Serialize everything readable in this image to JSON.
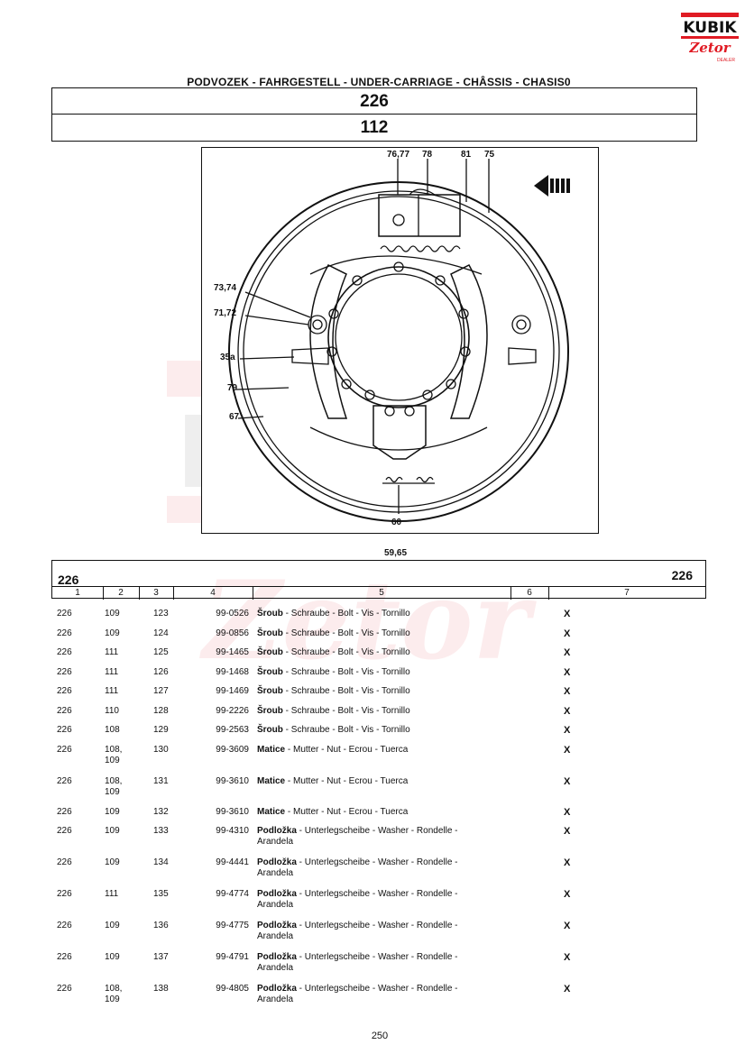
{
  "brand": {
    "name": "KUBIK",
    "sub": "Zetor",
    "tag": "DEALER"
  },
  "heading": "PODVOZEK - FAHRGESTELL - UNDER-CARRIAGE - CHÂSSIS - CHASIS0",
  "group": {
    "number": "226",
    "sub": "112"
  },
  "drawing": {
    "top_labels": [
      "76,77",
      "78",
      "81",
      "75"
    ],
    "left_labels": [
      "73,74",
      "71,72",
      "35a",
      "79",
      "67"
    ],
    "bottom_inside": "60",
    "bottom_outside": "59,65"
  },
  "table": {
    "code_left": "226",
    "code_right": "226",
    "columns": [
      "1",
      "2",
      "3",
      "4",
      "5",
      "6",
      "7"
    ],
    "rows": [
      {
        "c1": "226",
        "c2": "109",
        "c3": "123",
        "c4": "99-0526",
        "bold": "Šroub",
        "desc": " - Schraube - Bolt - Vis - Tornillo",
        "c7": "X"
      },
      {
        "c1": "226",
        "c2": "109",
        "c3": "124",
        "c4": "99-0856",
        "bold": "Šroub",
        "desc": " - Schraube - Bolt - Vis - Tornillo",
        "c7": "X"
      },
      {
        "c1": "226",
        "c2": "111",
        "c3": "125",
        "c4": "99-1465",
        "bold": "Šroub",
        "desc": " - Schraube - Bolt - Vis - Tornillo",
        "c7": "X"
      },
      {
        "c1": "226",
        "c2": "111",
        "c3": "126",
        "c4": "99-1468",
        "bold": "Šroub",
        "desc": " - Schraube - Bolt - Vis - Tornillo",
        "c7": "X"
      },
      {
        "c1": "226",
        "c2": "111",
        "c3": "127",
        "c4": "99-1469",
        "bold": "Šroub",
        "desc": " - Schraube - Bolt - Vis - Tornillo",
        "c7": "X"
      },
      {
        "c1": "226",
        "c2": "110",
        "c3": "128",
        "c4": "99-2226",
        "bold": "Šroub",
        "desc": " - Schraube - Bolt - Vis - Tornillo",
        "c7": "X"
      },
      {
        "c1": "226",
        "c2": "108",
        "c3": "129",
        "c4": "99-2563",
        "bold": "Šroub",
        "desc": " - Schraube - Bolt - Vis - Tornillo",
        "c7": "X"
      },
      {
        "c1": "226",
        "c2": "108,\n109",
        "c3": "130",
        "c4": "99-3609",
        "bold": "Matice",
        "desc": " - Mutter - Nut - Ecrou - Tuerca",
        "c7": "X"
      },
      {
        "c1": "226",
        "c2": "108,\n109",
        "c3": "131",
        "c4": "99-3610",
        "bold": "Matice",
        "desc": " - Mutter - Nut - Ecrou - Tuerca",
        "c7": "X"
      },
      {
        "c1": "226",
        "c2": "109",
        "c3": "132",
        "c4": "99-3610",
        "bold": "Matice",
        "desc": " - Mutter - Nut - Ecrou - Tuerca",
        "c7": "X"
      },
      {
        "c1": "226",
        "c2": "109",
        "c3": "133",
        "c4": "99-4310",
        "bold": "Podložka",
        "desc": " - Unterlegscheibe - Washer - Rondelle -\nArandela",
        "c7": "X"
      },
      {
        "c1": "226",
        "c2": "109",
        "c3": "134",
        "c4": "99-4441",
        "bold": "Podložka",
        "desc": " - Unterlegscheibe - Washer - Rondelle -\nArandela",
        "c7": "X"
      },
      {
        "c1": "226",
        "c2": "111",
        "c3": "135",
        "c4": "99-4774",
        "bold": "Podložka",
        "desc": " - Unterlegscheibe - Washer - Rondelle -\nArandela",
        "c7": "X"
      },
      {
        "c1": "226",
        "c2": "109",
        "c3": "136",
        "c4": "99-4775",
        "bold": "Podložka",
        "desc": " - Unterlegscheibe - Washer - Rondelle -\nArandela",
        "c7": "X"
      },
      {
        "c1": "226",
        "c2": "109",
        "c3": "137",
        "c4": "99-4791",
        "bold": "Podložka",
        "desc": " - Unterlegscheibe - Washer - Rondelle -\nArandela",
        "c7": "X"
      },
      {
        "c1": "226",
        "c2": "108,\n109",
        "c3": "138",
        "c4": "99-4805",
        "bold": "Podložka",
        "desc": " - Unterlegscheibe - Washer - Rondelle -\nArandela",
        "c7": "X"
      }
    ]
  },
  "page_number": "250"
}
